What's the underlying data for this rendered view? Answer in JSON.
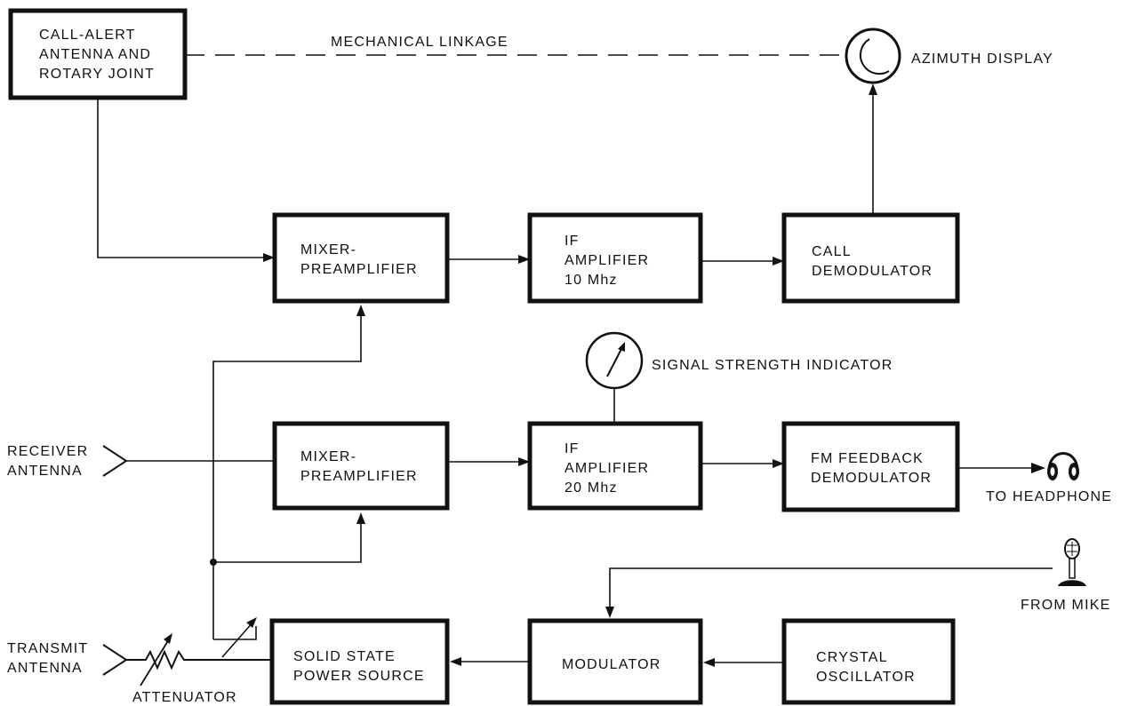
{
  "blocks": {
    "call_alert": [
      "CALL-ALERT",
      "ANTENNA AND",
      "ROTARY JOINT"
    ],
    "mixer_top": [
      "MIXER-",
      "PREAMPLIFIER"
    ],
    "if_top": [
      "IF",
      "AMPLIFIER",
      "10 Mhz"
    ],
    "call_demod": [
      "CALL",
      "DEMODULATOR"
    ],
    "mixer_mid": [
      "MIXER-",
      "PREAMPLIFIER"
    ],
    "if_mid": [
      "IF",
      "AMPLIFIER",
      "20 Mhz"
    ],
    "fm_demod": [
      "FM FEEDBACK",
      "DEMODULATOR"
    ],
    "power_source": [
      "SOLID STATE",
      "POWER SOURCE"
    ],
    "modulator": [
      "MODULATOR"
    ],
    "crystal": [
      "CRYSTAL",
      "OSCILLATOR"
    ]
  },
  "labels": {
    "mechanical_linkage": "MECHANICAL LINKAGE",
    "azimuth_display": "AZIMUTH DISPLAY",
    "signal_strength": "SIGNAL STRENGTH INDICATOR",
    "receiver_antenna": [
      "RECEIVER",
      "ANTENNA"
    ],
    "transmit_antenna": [
      "TRANSMIT",
      "ANTENNA"
    ],
    "attenuator": "ATTENUATOR",
    "to_headphone": "TO HEADPHONE",
    "from_mike": "FROM MIKE"
  },
  "icons": {
    "headphone": "headphone-icon",
    "microphone": "microphone-icon",
    "azimuth_dial": "azimuth-dial-icon",
    "meter": "meter-icon",
    "resistor": "variable-resistor-icon",
    "antenna": "antenna-icon"
  }
}
